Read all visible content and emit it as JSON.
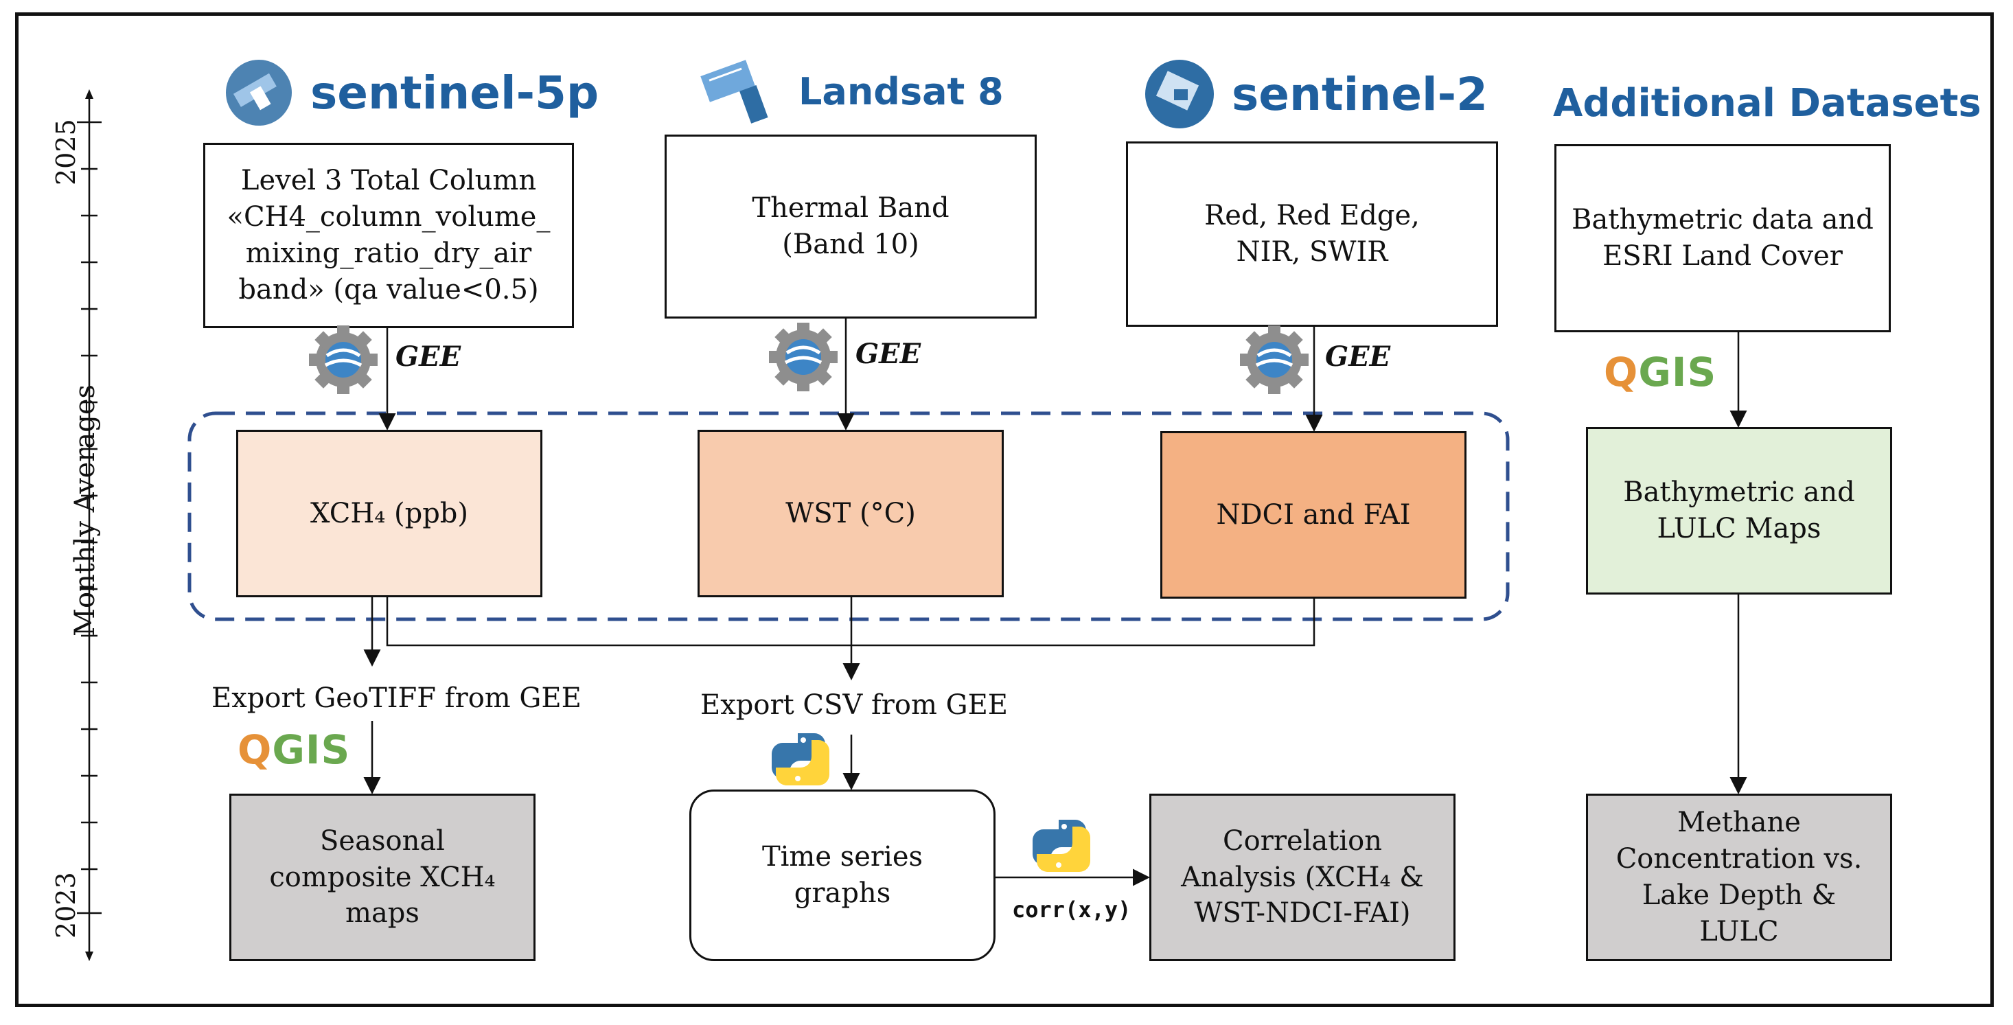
{
  "sources": {
    "s5p": "sentinel-5p",
    "landsat": "Landsat 8",
    "s2": "sentinel-2",
    "additional": "Additional Datasets"
  },
  "inputs": {
    "s5p": "Level 3 Total Column\n«CH4_column_volume_\nmixing_ratio_dry_air\nband» (qa value<0.5)",
    "landsat": "Thermal Band\n(Band 10)",
    "s2": "Red, Red Edge,\nNIR, SWIR",
    "additional": "Bathymetric data and\nESRI Land Cover"
  },
  "tools": {
    "gee": "GEE",
    "qgis_q": "Q",
    "qgis_rest": "GIS",
    "corr": "corr(x,y)"
  },
  "products": {
    "xch4": "XCH₄ (ppb)",
    "wst": "WST (°C)",
    "ndci": "NDCI and FAI",
    "bathy": "Bathymetric  and\nLULC Maps"
  },
  "group_label": "Monthly Averages",
  "exports": {
    "geotiff": "Export GeoTIFF from GEE",
    "csv": "Export CSV from GEE"
  },
  "outputs": {
    "seasonal": "Seasonal\ncomposite XCH₄\nmaps",
    "timeseries": "Time series\ngraphs",
    "correlation": "Correlation\nAnalysis (XCH₄ &\nWST-NDCI-FAI)",
    "methane": "Methane\nConcentration vs.\nLake Depth &\nLULC"
  },
  "timeline": {
    "top": "2025",
    "bottom": "2023"
  },
  "colors": {
    "header_blue": "#1f5f9e",
    "dashed_border": "#2f4f8f",
    "qgis_green": "#6aa84f",
    "qgis_orange": "#e69138",
    "python_blue": "#3776ab",
    "python_yellow": "#ffd43b"
  },
  "icons": [
    "satellite-icon",
    "gee-gear-icon",
    "qgis-logo",
    "python-icon"
  ]
}
